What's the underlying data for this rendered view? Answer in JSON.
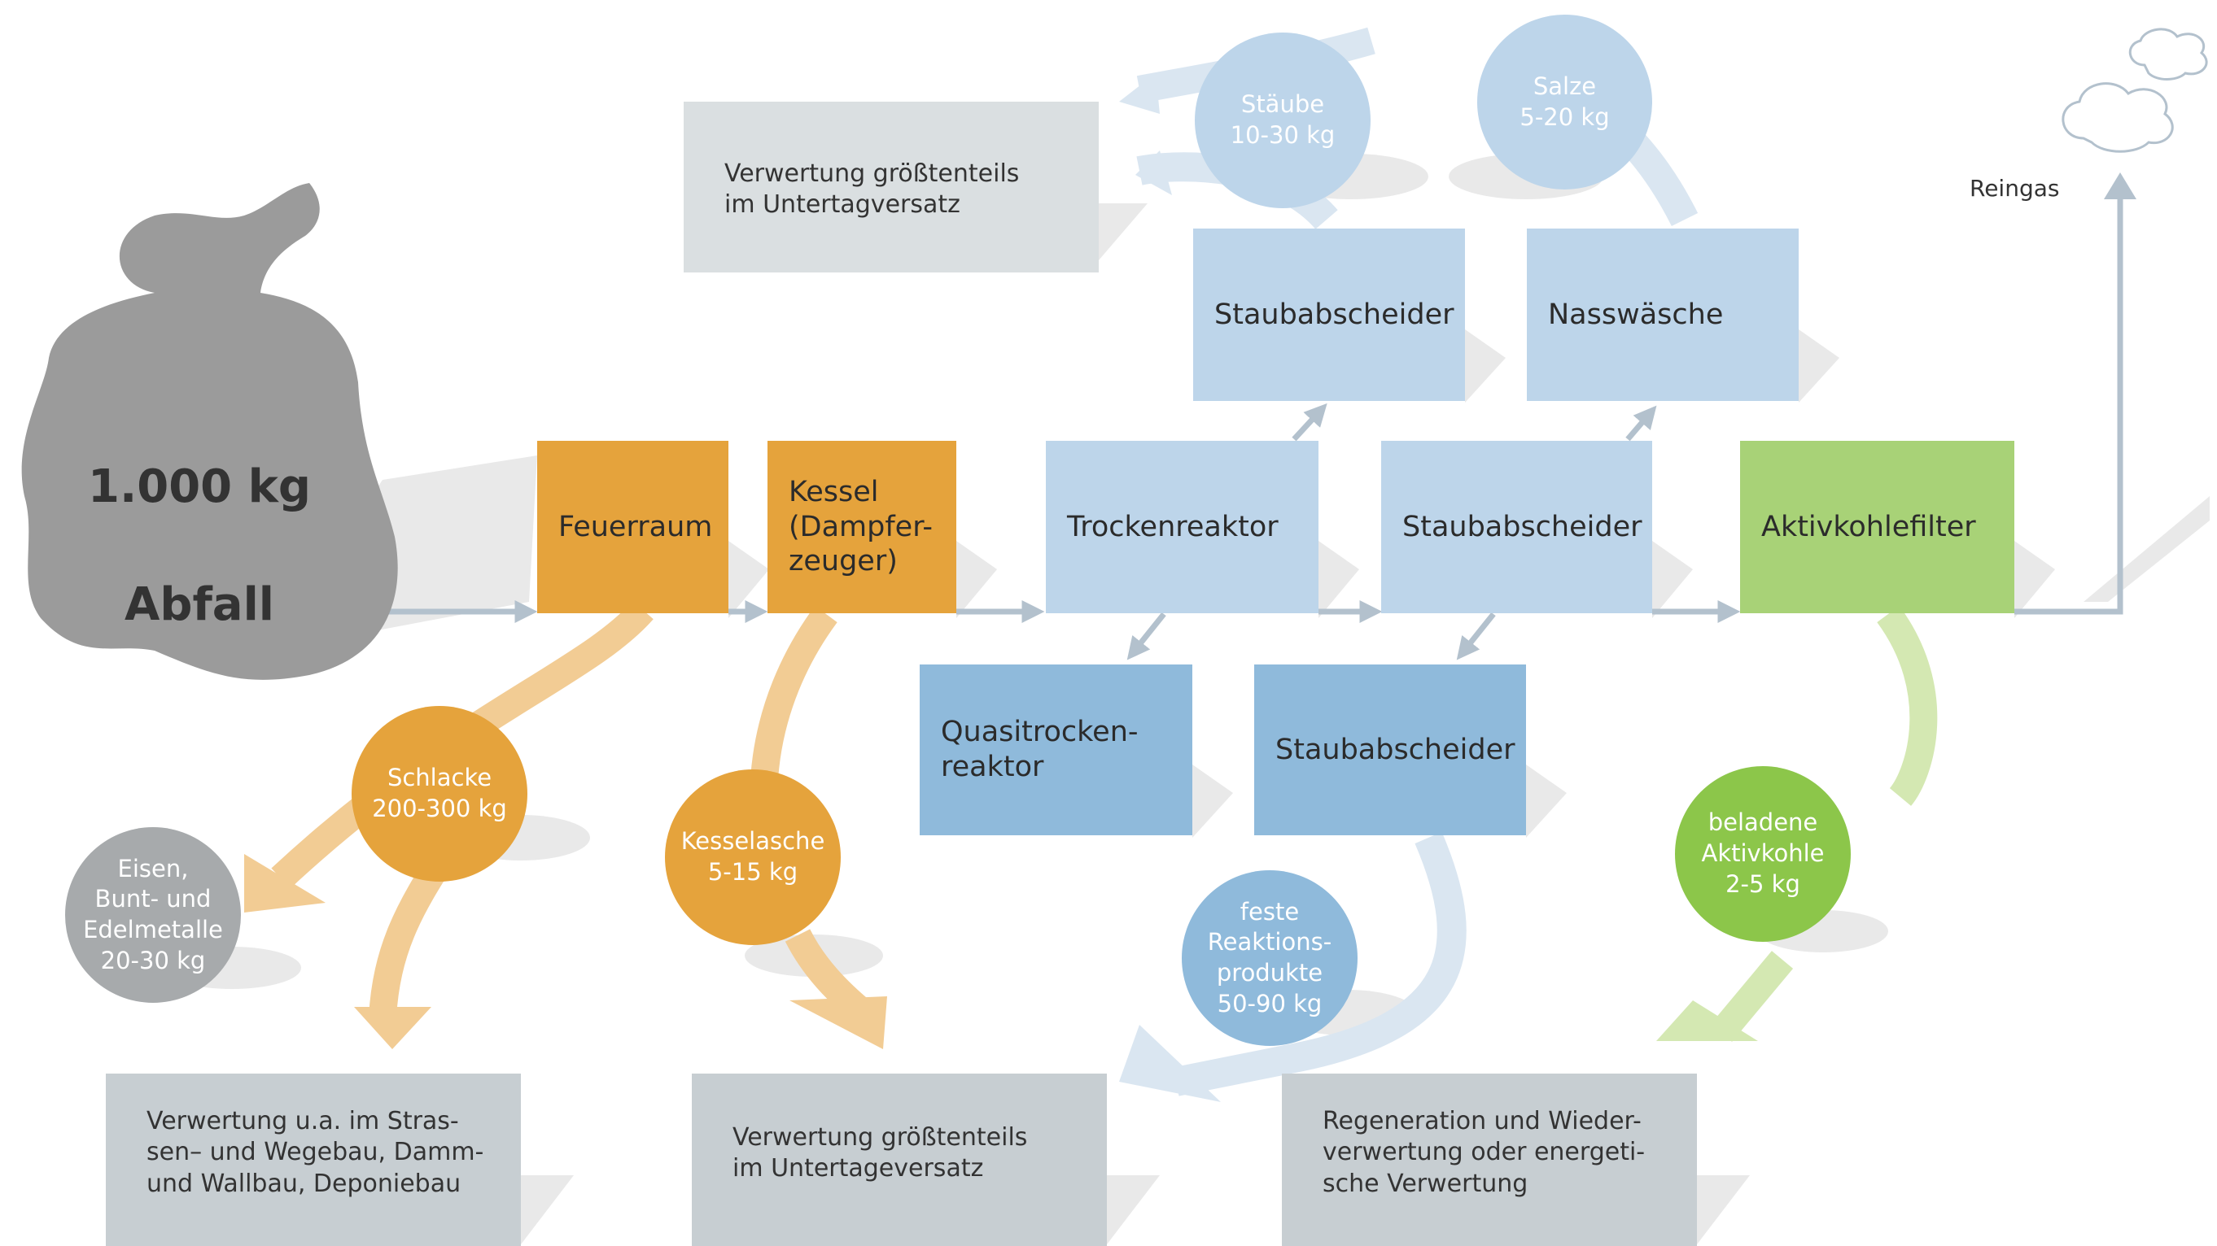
{
  "waste": {
    "line1": "1.000 kg",
    "line2": "Abfall"
  },
  "reingas": "Reingas",
  "stations": {
    "feuerraum": "Feuerraum",
    "kessel": "Kessel\n(Dampfer-\nzeuger)",
    "trockenreaktor": "Trockenreaktor",
    "staubabscheider_main": "Staubabscheider",
    "aktivkohlefilter": "Aktivkohlefilter",
    "staubabscheider_top": "Staubabscheider",
    "nasswaesche": "Nasswäsche",
    "quasitrockenreaktor": "Quasitrocken-\nreaktor",
    "staubabscheider_bottom": "Staubabscheider"
  },
  "residues": {
    "staeube": "Stäube\n10-30 kg",
    "salze": "Salze\n5-20 kg",
    "schlacke": "Schlacke\n200-300 kg",
    "metalle": "Eisen,\nBunt- und\nEdelmetalle\n20-30 kg",
    "kesselasche": "Kesselasche\n5-15 kg",
    "reaktionsprodukte": "feste\nReaktions-\nprodukte\n50-90 kg",
    "aktivkohle": "beladene\nAktivkohle\n2-5 kg"
  },
  "uses": {
    "top": "Verwertung größtenteils\nim Untertagversatz",
    "bottom_left": "Verwertung u.a. im Stras-\nsen– und Wegebau, Damm-\nund Wallbau, Deponiebau",
    "bottom_mid": "Verwertung größtenteils\nim Untertageversatz",
    "bottom_right": "Regeneration und Wieder-\nverwertung oder energeti-\nsche Verwertung"
  },
  "colors": {
    "orange": "#e5a33c",
    "orange_light": "#f2cc94",
    "blue_light": "#bdd5ea",
    "blue_mid": "#8fbadb",
    "green": "#a8d277",
    "green_dark": "#8cc64a",
    "gray_box": "#c7ced2",
    "gray_circle": "#a7aaac",
    "bag": "#9b9b9b",
    "arrow": "#b3c1cd"
  }
}
